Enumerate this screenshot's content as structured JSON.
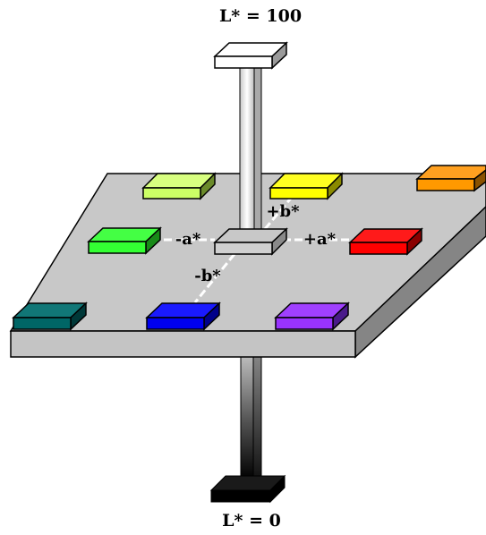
{
  "labels": {
    "top": "L* = 100",
    "bottom": "L* = 0",
    "plus_a": "+a*",
    "minus_a": "-a*",
    "plus_b": "+b*",
    "minus_b": "-b*"
  },
  "colors": {
    "plate_top": "#c8c8c8",
    "plate_front": "#c4c4c4",
    "plate_side": "#808080",
    "lime_green": "#ccff66",
    "yellow": "#ffff00",
    "orange": "#ff9900",
    "green": "#33ff33",
    "red": "#ff0000",
    "teal": "#006666",
    "blue": "#0000ee",
    "violet": "#9933ff",
    "white_cap": "#ffffff",
    "black_base": "#000000"
  }
}
